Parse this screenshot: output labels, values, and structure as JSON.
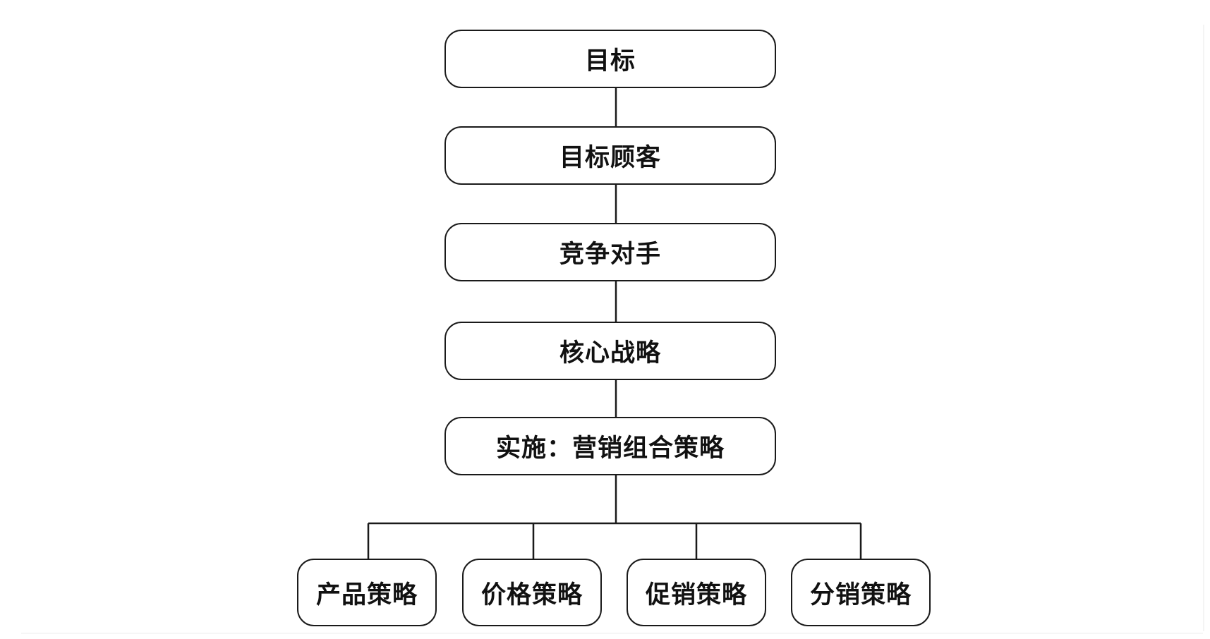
{
  "diagram": {
    "chain": [
      "目标",
      "目标顾客",
      "竞争对手",
      "核心战略",
      "实施：营销组合策略"
    ],
    "leaves": [
      "产品策略",
      "价格策略",
      "促销策略",
      "分销策略"
    ]
  },
  "colors": {
    "stroke": "#1a1a1a",
    "text": "#111111",
    "background": "#ffffff"
  }
}
